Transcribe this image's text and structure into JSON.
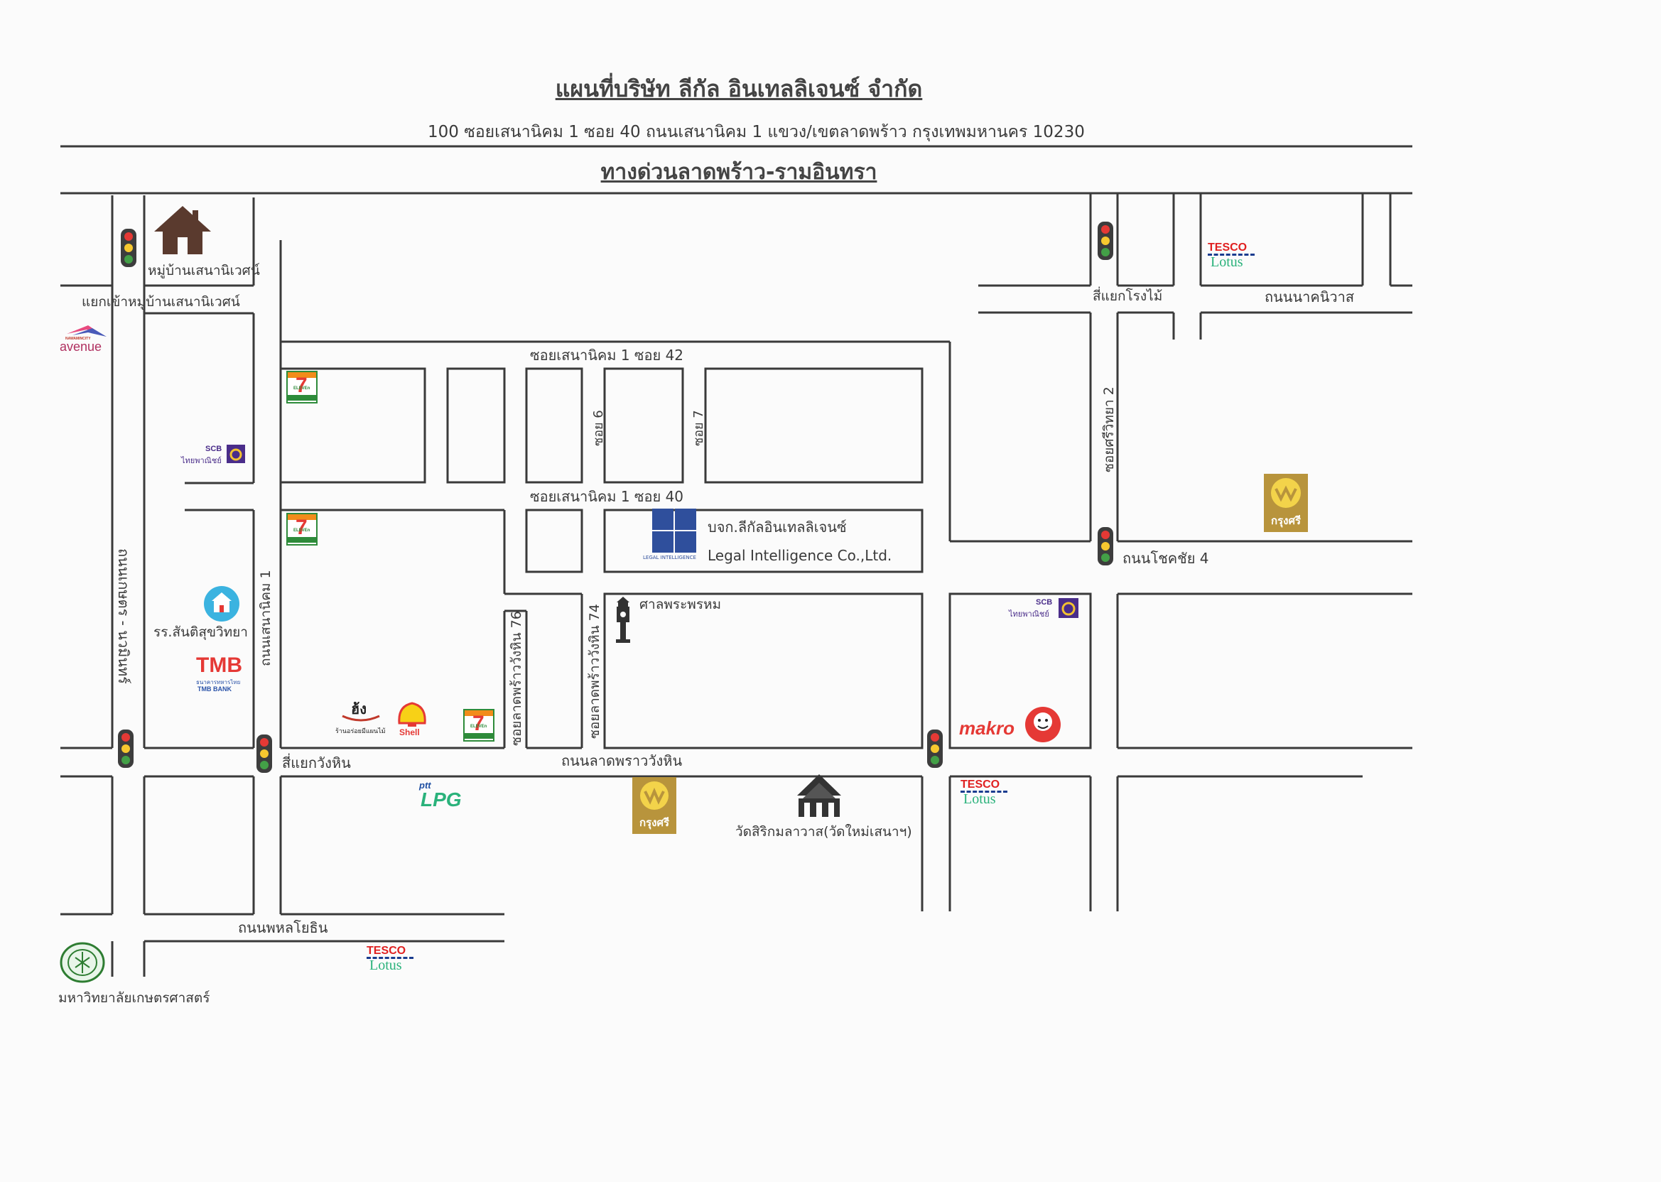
{
  "title": "แผนที่บริษัท ลีกัล อินเทลลิเจนซ์ จำกัด",
  "address": "100 ซอยเสนานิคม 1 ซอย 40 ถนนเสนานิคม 1 แขวง/เขตลาดพร้าว กรุงเทพมหานคร 10230",
  "expressway": "ทางด่วนลาดพร้าว-รามอินทรา",
  "roads": {
    "soi42": "ซอยเสนานิคม 1 ซอย 42",
    "soi40": "ซอยเสนานิคม 1 ซอย 40",
    "soi6": "ซอย 6",
    "soi7": "ซอย 7",
    "senanikhom1": "ถนนเสนานิคม 1",
    "kaset_nawamin": "ถนนเกษตร - นวมินทร์",
    "ladphrao_wanghin": "ถนนลาดพราววังหิน",
    "ladphrao_wanghin_76": "ซอยลาดพร้าววังหิน 76",
    "ladphrao_wanghin_74": "ซอยลาดพร้าววังหิน 74",
    "phahonyothin": "ถนนพหลโยธิน",
    "nakniwat": "ถนนนาคนิวาส",
    "chokchai4": "ถนนโชคชัย 4",
    "soi_sriwittaya2": "ซอยศรีวิทยา 2"
  },
  "landmarks": {
    "village": "หมู่บ้านเสนานิเวศน์",
    "village_junction": "แยกเข้าหมู่บ้านเสนานิเวศน์",
    "school": "รร.สันติสุขวิทยา",
    "shrine": "ศาลพระพรหม",
    "temple": "วัดสิริกมลาวาส(วัดใหม่เสนาฯ)",
    "kasetsart": "มหาวิทยาลัยเกษตรศาสตร์",
    "intersection_wanghin": "สี่แยกวังหิน",
    "intersection_rongmai": "สี่แยกโรงไม้"
  },
  "company": {
    "name_th": "บจก.ลีกัลอินเทลลิเจนซ์",
    "name_en": "Legal Intelligence Co.,Ltd.",
    "logo_caption": "LEGAL INTELLIGENCE"
  },
  "brands": {
    "seven_eleven": "7",
    "seven_sub": "ELEVEn",
    "scb": "SCB",
    "scb_th": "ไทยพาณิชย์",
    "tmb": "TMB",
    "tmb_th": "ธนาคารทหารไทย",
    "tmb_en": "TMB BANK",
    "tesco": "TESCO",
    "lotus": "Lotus",
    "krungsri": "กรุงศรี",
    "makro": "makro",
    "shell": "Shell",
    "ptt": "ptt",
    "lpg": "LPG",
    "avenue": "avenue",
    "avenue_top": "NAWAMINCITY",
    "thai_rest": "ร้านอร่อยมีแผนไม้",
    "thai_logo": "ฮ้ง"
  },
  "colors": {
    "road": "#3a3a3a",
    "red": "#e53935",
    "green": "#2e7d32",
    "gold": "#b8943c",
    "scb_purple": "#4a2d8a",
    "company_blue": "#2f4f9c",
    "tesco_red": "#e02020",
    "tesco_blue": "#1a3c8f",
    "lotus_green": "#2ab27b"
  }
}
